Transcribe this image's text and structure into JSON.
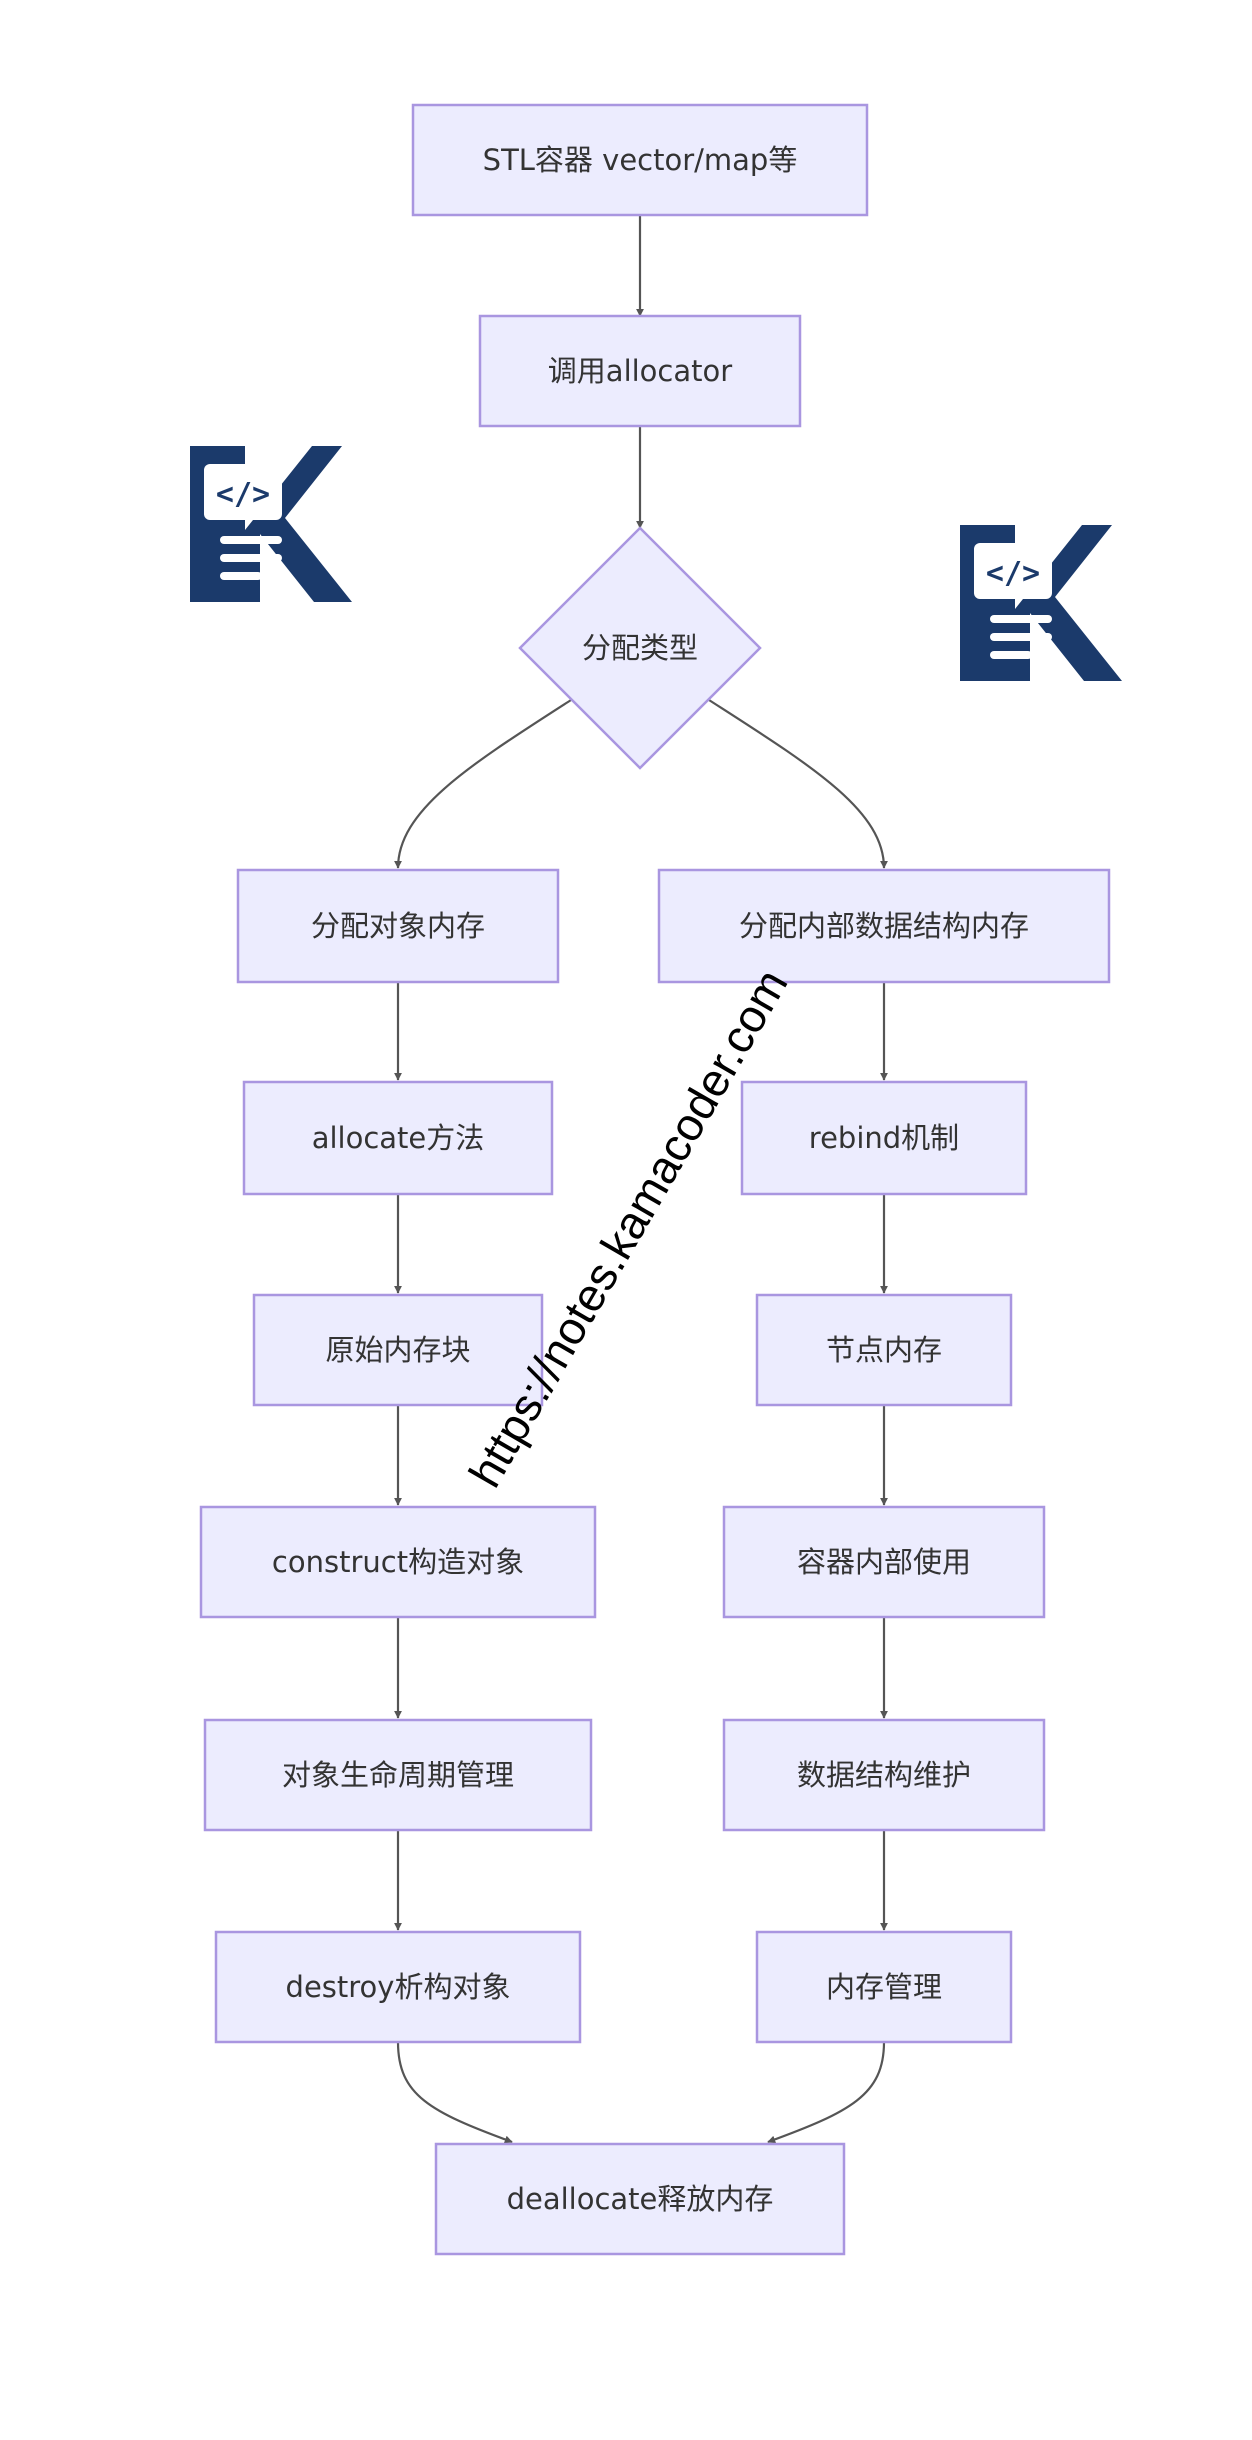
{
  "nodes": {
    "stl_container": "STL容器 vector/map等",
    "call_allocator": "调用allocator",
    "alloc_type": "分配类型",
    "alloc_object_memory": "分配对象内存",
    "alloc_internal_memory": "分配内部数据结构内存",
    "allocate_method": "allocate方法",
    "rebind_mechanism": "rebind机制",
    "raw_memory_block": "原始内存块",
    "node_memory": "节点内存",
    "construct_object": "construct构造对象",
    "container_internal_use": "容器内部使用",
    "object_lifecycle": "对象生命周期管理",
    "data_structure_maintenance": "数据结构维护",
    "destroy_object": "destroy析构对象",
    "memory_management": "内存管理",
    "deallocate_memory": "deallocate释放内存"
  },
  "watermark": {
    "text": "https://notes.kamacoder.com"
  },
  "colors": {
    "node_fill": "#ececfe",
    "node_stroke": "#a996e0",
    "edge": "#555555",
    "logo": "#1b3a6b"
  },
  "icons": {
    "logo": "kamacoder-code-logo-icon"
  }
}
